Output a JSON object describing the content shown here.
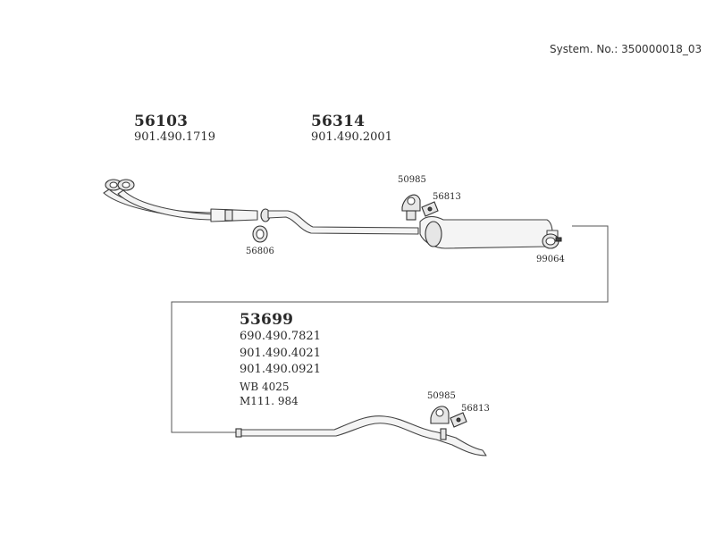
{
  "system_no": "System. No.: 350000018_03",
  "parts": {
    "p56103": {
      "number": "56103",
      "refs": [
        "901.490.1719"
      ]
    },
    "p56314": {
      "number": "56314",
      "refs": [
        "901.490.2001"
      ]
    },
    "p53699": {
      "number": "53699",
      "refs": [
        "690.490.7821",
        "901.490.4021",
        "901.490.0921",
        "WB 4025",
        "M111. 984"
      ]
    }
  },
  "labels": {
    "l56806": "56806",
    "l50985_top": "50985",
    "l56813_top": "56813",
    "l99064": "99064",
    "l50985_bottom": "50985",
    "l56813_bottom": "56813"
  }
}
